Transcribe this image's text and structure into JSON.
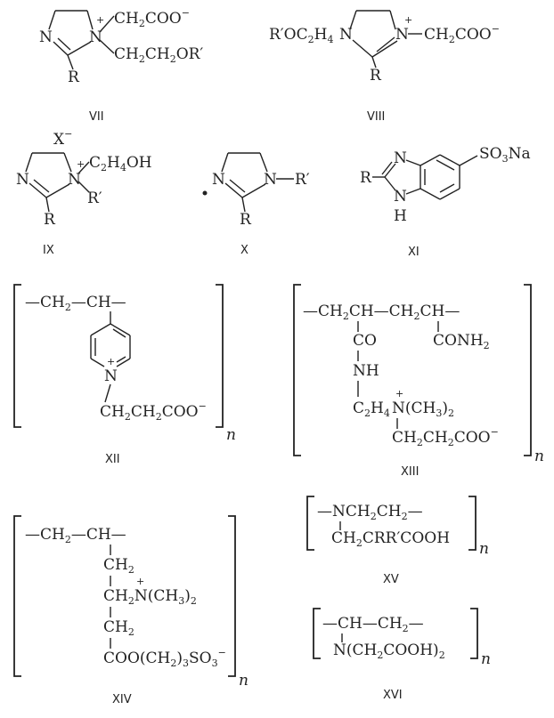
{
  "structures": {
    "VII": {
      "label": "VII",
      "atoms": {
        "N1": "N",
        "N2": "N",
        "plus": "+",
        "R": "R",
        "ch2coo": "CH",
        "ch2coo_sub": "2",
        "ch2coo_tail": "COO",
        "minus": "−",
        "ch2ch2or": "CH",
        "ch2ch2or_sub1": "2",
        "ch2ch2or_mid": "CH",
        "ch2ch2or_sub2": "2",
        "ch2ch2or_tail": "OR′"
      }
    },
    "VIII": {
      "label": "VIII",
      "atoms": {
        "roc": "R′OC",
        "roc_sub1": "2",
        "roc_h": "H",
        "roc_sub2": "4",
        "N1": "N",
        "N2": "N",
        "plus": "+",
        "R": "R",
        "ch2coo": "CH",
        "ch2coo_sub": "2",
        "ch2coo_tail": "COO",
        "minus": "−"
      }
    },
    "IX": {
      "label": "IX",
      "atoms": {
        "X": "X",
        "minus": "−",
        "N1": "N",
        "N2": "N",
        "plus": "+",
        "R": "R",
        "c2h4oh": "C",
        "c2h4oh_sub1": "2",
        "c2h4oh_h": "H",
        "c2h4oh_sub2": "4",
        "c2h4oh_tail": "OH",
        "Rp": "R′"
      }
    },
    "X": {
      "label": "X",
      "atoms": {
        "N1": "N",
        "N2": "N",
        "R": "R",
        "Rp": "R′"
      }
    },
    "XI": {
      "label": "XI",
      "atoms": {
        "N1": "N",
        "N2": "N",
        "H": "H",
        "R": "R",
        "so3na": "SO",
        "so3na_sub": "3",
        "so3na_tail": "Na"
      }
    },
    "XII": {
      "label": "XII",
      "atoms": {
        "backbone": "—CH",
        "backbone_sub": "2",
        "backbone_tail": "—CH—",
        "N": "N",
        "plus": "+",
        "chain": "CH",
        "chain_sub1": "2",
        "chain_mid": "CH",
        "chain_sub2": "2",
        "chain_tail": "COO",
        "minus": "−",
        "n": "n"
      }
    },
    "XIII": {
      "label": "XIII",
      "atoms": {
        "backbone": "—CH",
        "backbone_sub1": "2",
        "backbone_mid": "CH—CH",
        "backbone_sub2": "2",
        "backbone_tail": "CH—",
        "co": "CO",
        "conh2": "CONH",
        "conh2_sub": "2",
        "nh": "NH",
        "c2h4": "C",
        "c2h4_sub1": "2",
        "c2h4_h": "H",
        "c2h4_sub2": "4",
        "nme2": "N(CH",
        "nme2_sub1": "3",
        "nme2_tail": ")",
        "nme2_sub2": "2",
        "plus": "+",
        "chain": "CH",
        "chain_sub1": "2",
        "chain_mid": "CH",
        "chain_sub2": "2",
        "chain_tail": "COO",
        "minus": "−",
        "n": "n"
      }
    },
    "XIV": {
      "label": "XIV",
      "atoms": {
        "backbone": "—CH",
        "backbone_sub": "2",
        "backbone_tail": "—CH—",
        "ch2a": "CH",
        "ch2a_sub": "2",
        "ch2n": "CH",
        "ch2n_sub": "2",
        "ch2n_tail": "N(CH",
        "ch2n_sub2": "3",
        "ch2n_close": ")",
        "ch2n_sub3": "2",
        "plus": "+",
        "ch2b": "CH",
        "ch2b_sub": "2",
        "coo": "COO(CH",
        "coo_sub1": "2",
        "coo_mid": ")",
        "coo_sub2": "3",
        "coo_tail": "SO",
        "coo_sub3": "3",
        "minus": "−",
        "n": "n"
      }
    },
    "XV": {
      "label": "XV",
      "atoms": {
        "backbone": "—NCH",
        "backbone_sub1": "2",
        "backbone_mid": "CH",
        "backbone_sub2": "2",
        "backbone_tail": "—",
        "side": "CH",
        "side_sub": "2",
        "side_tail": "CRR′COOH",
        "n": "n"
      }
    },
    "XVI": {
      "label": "XVI",
      "atoms": {
        "backbone": "—CH—CH",
        "backbone_sub": "2",
        "backbone_tail": "—",
        "side": "N(CH",
        "side_sub": "2",
        "side_mid": "COOH)",
        "side_sub2": "2",
        "n": "n"
      }
    }
  }
}
